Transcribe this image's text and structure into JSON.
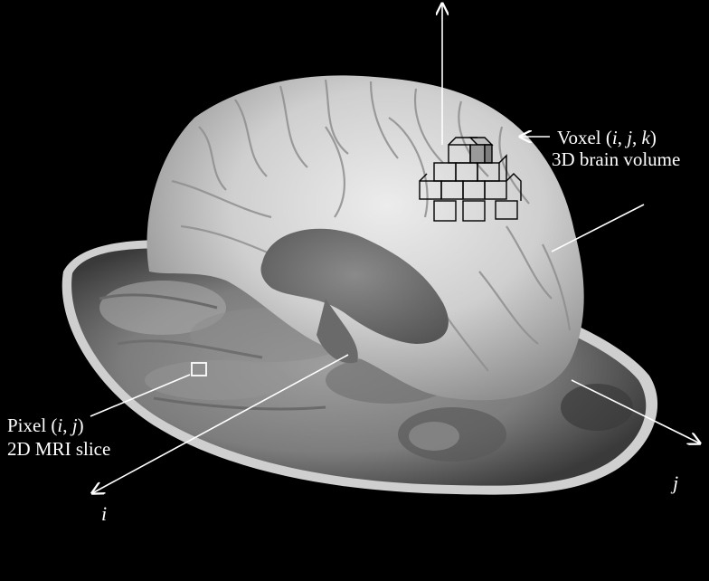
{
  "figure": {
    "voxel_label": {
      "prefix": "Voxel (",
      "i": "i",
      "sep1": ", ",
      "j": "j",
      "sep2": ", ",
      "k": "k",
      "suffix": ")",
      "line2": "3D brain volume"
    },
    "pixel_label": {
      "prefix": "Pixel (",
      "i": "i",
      "sep1": ", ",
      "j": "j",
      "suffix": ")",
      "line2": "2D MRI slice"
    },
    "axis_i": "i",
    "axis_j": "j"
  },
  "colors": {
    "background": "#000000",
    "annotation": "#ffffff",
    "voxel_highlight": "#9a9a9a"
  }
}
